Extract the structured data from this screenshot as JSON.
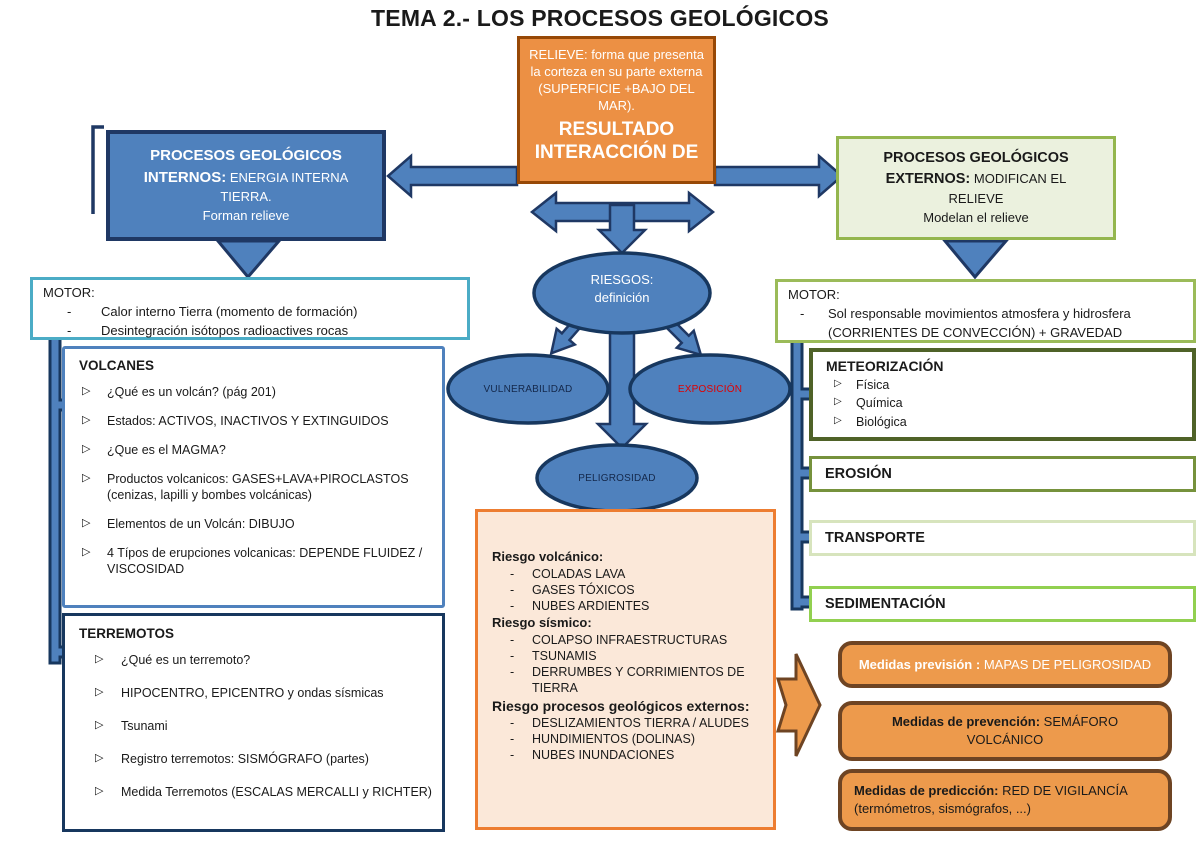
{
  "title": "TEMA 2.- LOS PROCESOS GEOLÓGICOS",
  "colors": {
    "blue_fill": "#4F81BD",
    "navy_border": "#1F3864",
    "teal_border": "#4BACC6",
    "orange_fill": "#EC9044",
    "orange_border": "#974806",
    "peach_fill": "#FBE8D9",
    "peach_border": "#ED7D31",
    "green_light_fill": "#EBF1DE",
    "green_border": "#94B64E",
    "olive_dark_border": "#4F6228",
    "olive_border": "#76923C",
    "green_pale_border": "#D7E4BD",
    "green_bright_border": "#92D050",
    "medida_fill": "#ED9A4C",
    "medida_border": "#6E4423",
    "exposicion_text": "#E00000"
  },
  "relieve": {
    "description": "RELIEVE: forma que presenta la corteza en su parte externa (SUPERFICIE +BAJO DEL MAR).",
    "emphasis": "RESULTADO INTERACCIÓN DE"
  },
  "internos": {
    "title": "PROCESOS GEOLÓGICOS INTERNOS:",
    "subtitle": "ENERGIA INTERNA TIERRA.",
    "note": "Forman relieve",
    "motor": {
      "label": "MOTOR:",
      "items": [
        "Calor interno Tierra (momento de formación)",
        "Desintegración isótopos radioactives rocas"
      ]
    },
    "volcanes": {
      "title": "VOLCANES",
      "items": [
        "¿Qué es un volcán? (pág 201)",
        "Estados: ACTIVOS, INACTIVOS Y EXTINGUIDOS",
        "¿Que es el MAGMA?",
        "Productos volcanicos: GASES+LAVA+PIROCLASTOS (cenizas, lapilli y bombes volcánicas)",
        "Elementos de un Volcán: DIBUJO",
        "4 Típos de erupciones volcanicas: DEPENDE FLUIDEZ / VISCOSIDAD"
      ]
    },
    "terremotos": {
      "title": "TERREMOTOS",
      "items": [
        "¿Qué es un terremoto?",
        "HIPOCENTRO, EPICENTRO y ondas sísmicas",
        "Tsunami",
        "Registro terremotos: SISMÓGRAFO (partes)",
        "Medida Terremotos (ESCALAS MERCALLI y RICHTER)"
      ]
    }
  },
  "externos": {
    "title": "PROCESOS GEOLÓGICOS EXTERNOS:",
    "subtitle": "MODIFICAN EL RELIEVE",
    "note": "Modelan el relieve",
    "motor": {
      "label": "MOTOR:",
      "items": [
        "Sol responsable movimientos atmosfera y hidrosfera (CORRIENTES DE CONVECCIÓN) + GRAVEDAD"
      ]
    },
    "meteorizacion": {
      "title": "METEORIZACIÓN",
      "items": [
        "Física",
        "Química",
        "Biológica"
      ]
    },
    "erosion": "EROSIÓN",
    "transporte": "TRANSPORTE",
    "sedimentacion": "SEDIMENTACIÓN"
  },
  "riesgos": {
    "main_line1": "RIESGOS:",
    "main_line2": "definición",
    "vulnerabilidad": "VULNERABILIDAD",
    "exposicion": "EXPOSICIÓN",
    "peligrosidad": "PELIGROSIDAD",
    "detalle": {
      "volcanico_heading": "Riesgo volcánico:",
      "volcanico_items": [
        "COLADAS LAVA",
        "GASES TÓXICOS",
        "NUBES ARDIENTES"
      ],
      "sismico_heading": "Riesgo sísmico:",
      "sismico_items": [
        "COLAPSO INFRAESTRUCTURAS",
        "TSUNAMIS",
        "DERRUMBES Y CORRIMIENTOS DE TIERRA"
      ],
      "externos_heading": "Riesgo procesos geológicos externos:",
      "externos_items": [
        "DESLIZAMIENTOS TIERRA / ALUDES",
        "HUNDIMIENTOS (DOLINAS)",
        "NUBES INUNDACIONES"
      ]
    }
  },
  "medidas": {
    "prevision_label": "Medidas previsión :",
    "prevision_value": "MAPAS DE PELIGROSIDAD",
    "prevencion_label": "Medidas de prevención:",
    "prevencion_value": "SEMÁFORO VOLCÁNICO",
    "prediccion_label": "Medidas de predicción:",
    "prediccion_value": "RED DE VIGILANCÍA (termómetros, sismógrafos, ...)"
  }
}
